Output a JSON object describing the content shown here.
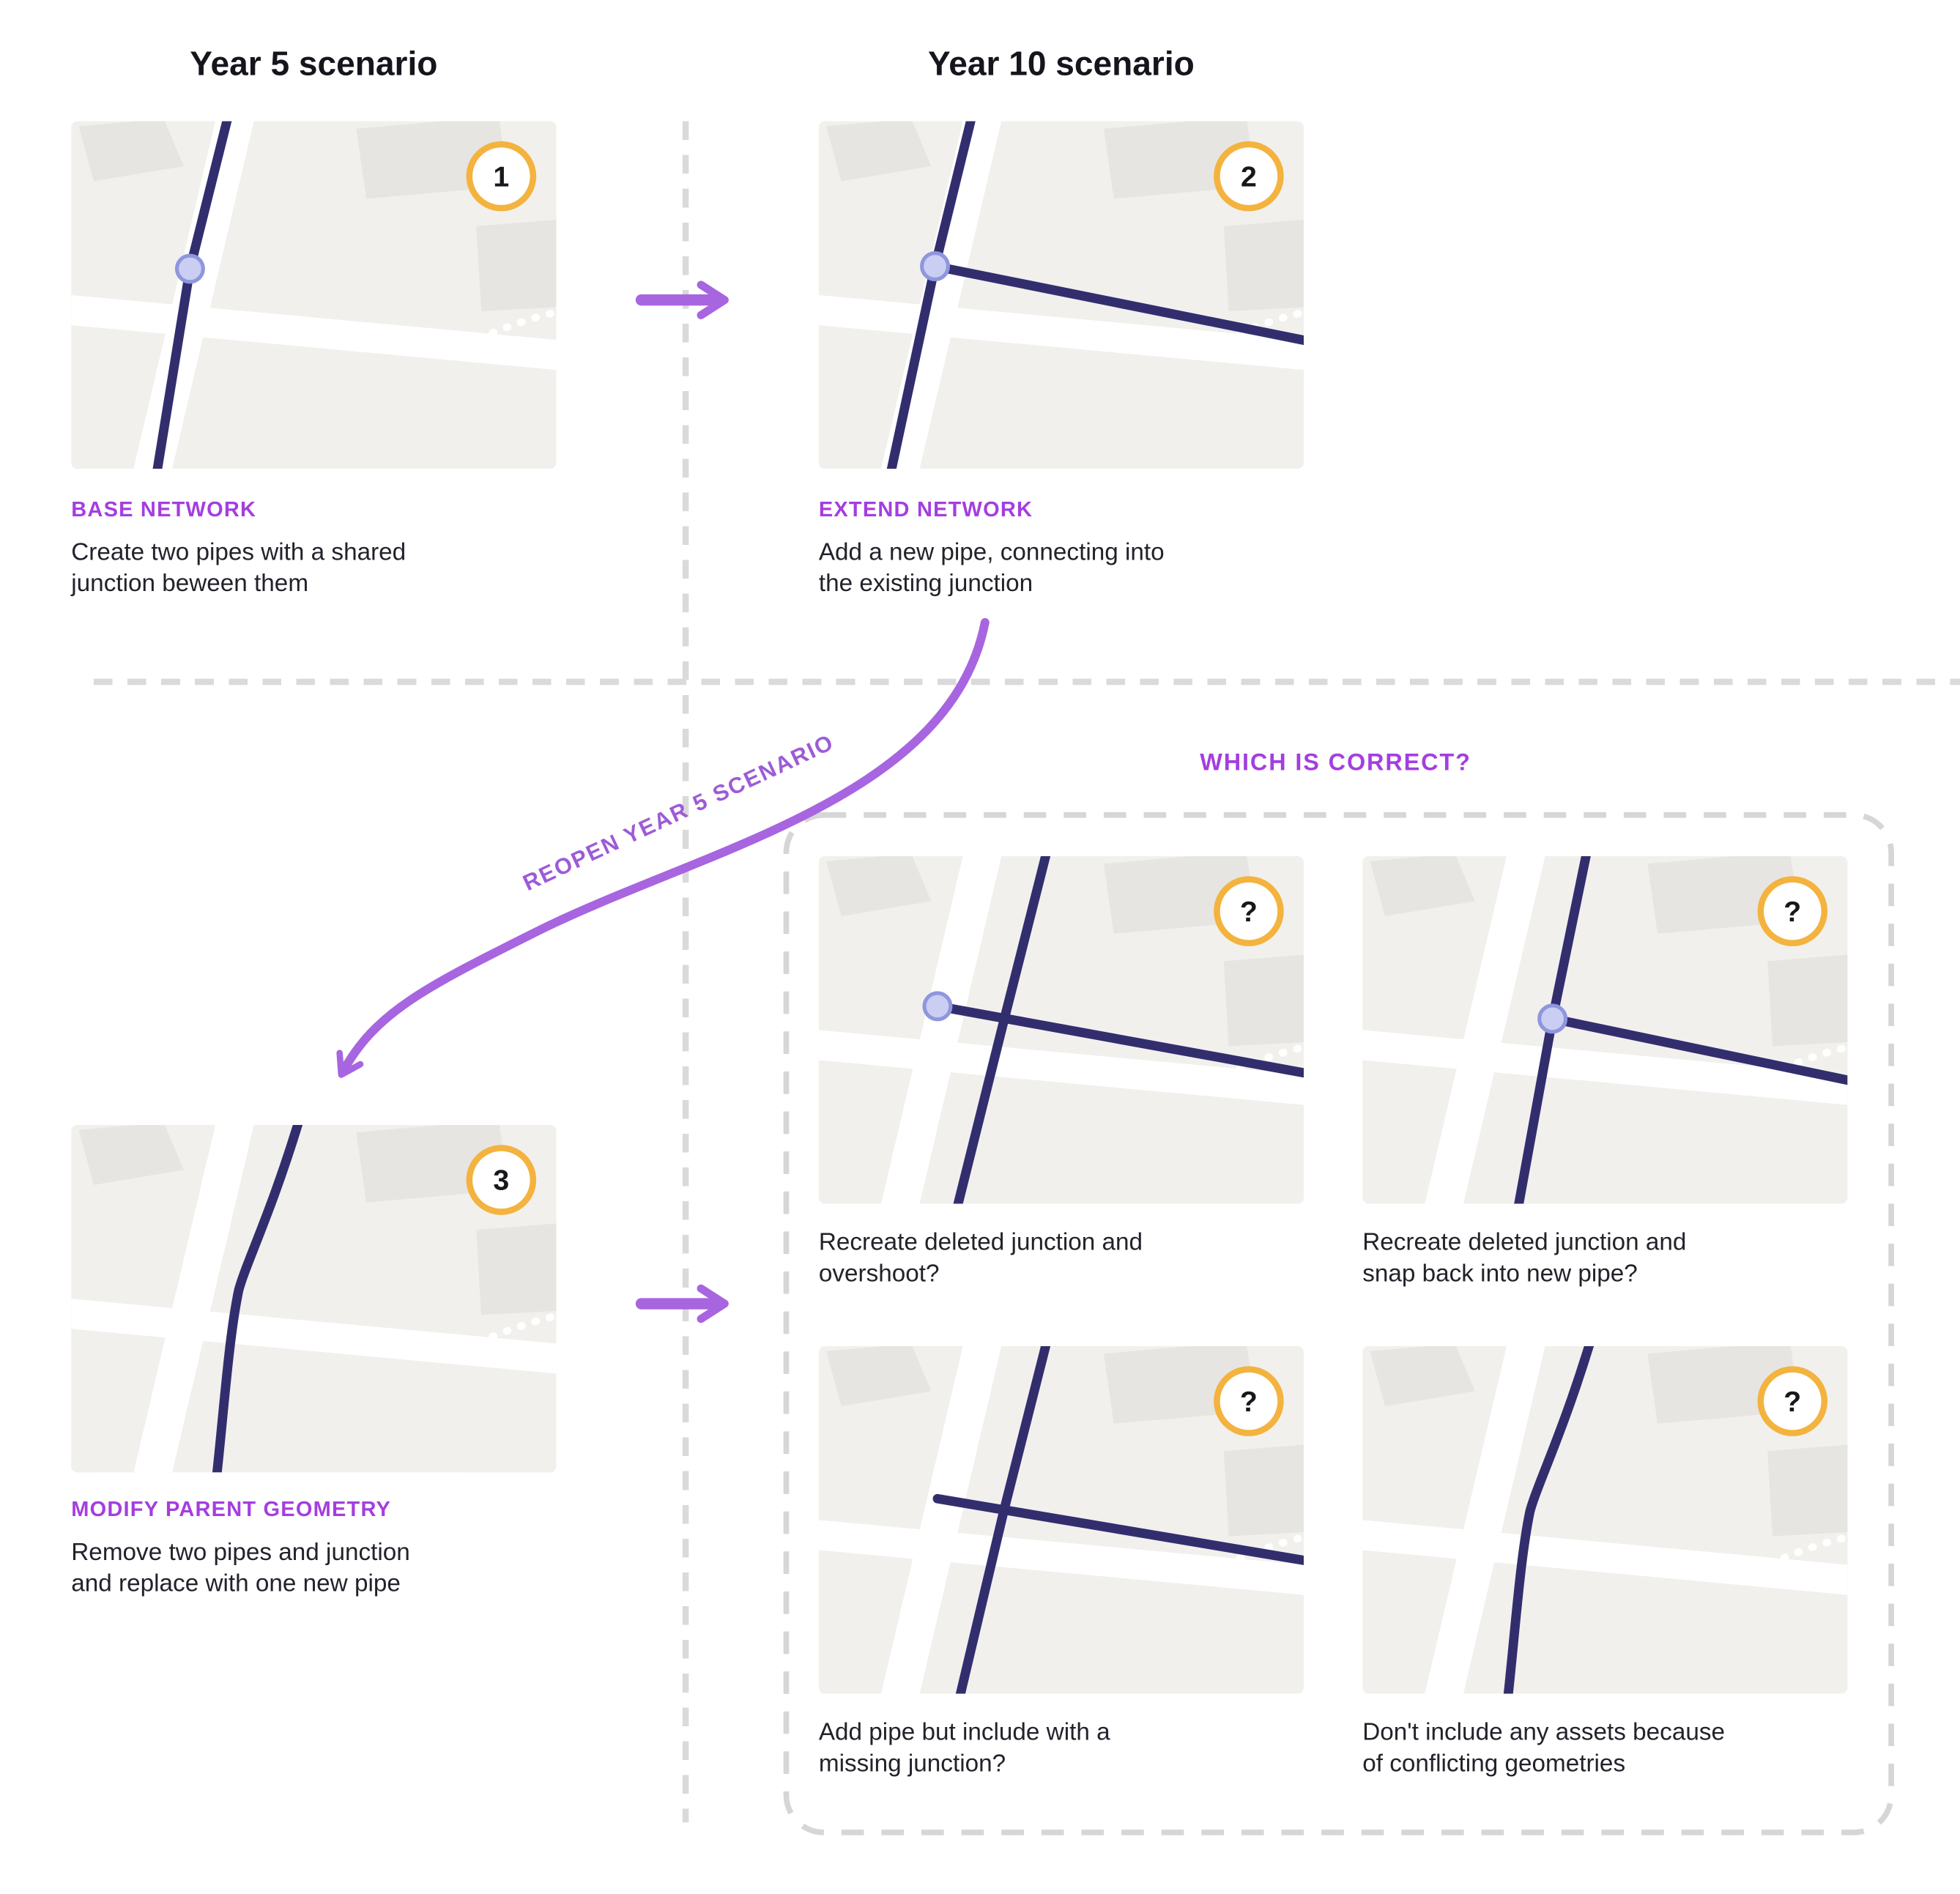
{
  "headings": {
    "year5": "Year 5 scenario",
    "year10": "Year 10 scenario",
    "which_correct": "WHICH IS CORRECT?",
    "reopen": "REOPEN YEAR 5 SCENARIO"
  },
  "steps": [
    {
      "badge": "1",
      "title": "BASE NETWORK",
      "desc": "Create two pipes with a shared\njunction beween them"
    },
    {
      "badge": "2",
      "title": "EXTEND NETWORK",
      "desc": "Add a new pipe, connecting into\nthe existing junction"
    },
    {
      "badge": "3",
      "title": "MODIFY PARENT GEOMETRY",
      "desc": "Remove two pipes and junction\nand replace with one new pipe"
    }
  ],
  "options": [
    {
      "badge": "?",
      "caption": "Recreate deleted junction and\novershoot?"
    },
    {
      "badge": "?",
      "caption": "Recreate deleted junction and\nsnap back into new pipe?"
    },
    {
      "badge": "?",
      "caption": "Add pipe but include with a\nmissing junction?"
    },
    {
      "badge": "?",
      "caption": "Don't include any assets because\nof conflicting geometries"
    }
  ],
  "colors": {
    "accent_purple": "#a43ee0",
    "arrow_purple": "#a865e0",
    "pipe_navy": "#322e6e",
    "badge_ring_orange": "#f3b33e",
    "junction_fill": "#c9cef2",
    "map_background": "#f1f0ed",
    "dashed_gray": "#d9d9d9"
  }
}
